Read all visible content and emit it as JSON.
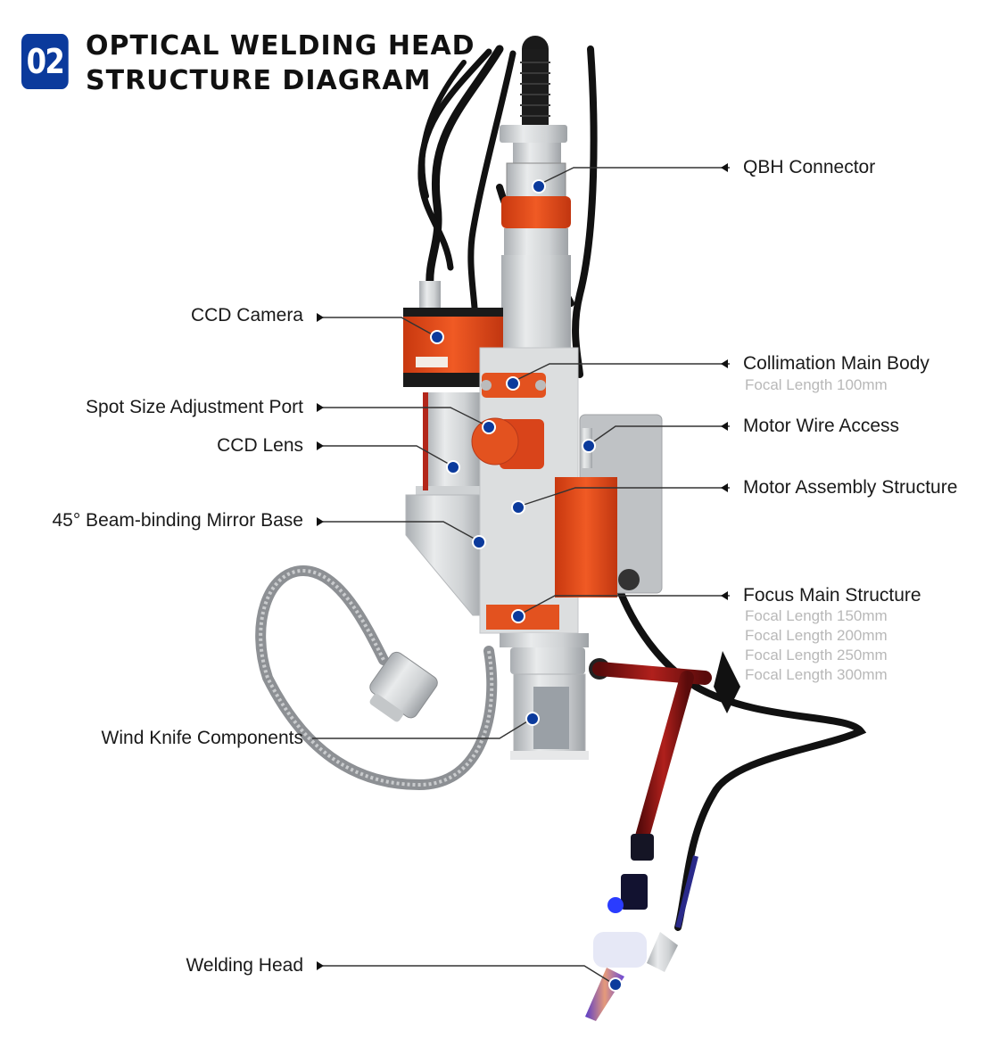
{
  "header": {
    "number": "02",
    "title_line1": "OPTICAL WELDING HEAD",
    "title_line2": "STRUCTURE DIAGRAM"
  },
  "colors": {
    "badge": "#0b3a9c",
    "callout_dot": "#0b3a9c",
    "leader_line": "#333333",
    "label_text": "#1a1a1a",
    "sub_text": "#b8b8b8",
    "accent_orange": "#e2491c",
    "metal": "#cfd2d4"
  },
  "callouts": {
    "qbh_connector": {
      "label": "QBH Connector"
    },
    "ccd_camera": {
      "label": "CCD Camera"
    },
    "collimation_main_body": {
      "label": "Collimation Main Body",
      "sub": [
        "Focal Length 100mm"
      ]
    },
    "spot_size_adjustment_port": {
      "label": "Spot Size Adjustment Port"
    },
    "motor_wire_access": {
      "label": "Motor Wire Access"
    },
    "ccd_lens": {
      "label": "CCD Lens"
    },
    "motor_assembly_structure": {
      "label": "Motor Assembly Structure"
    },
    "beam_binding_mirror_base": {
      "label": "45° Beam-binding Mirror Base"
    },
    "focus_main_structure": {
      "label": "Focus Main Structure",
      "sub": [
        "Focal Length 150mm",
        "Focal Length 200mm",
        "Focal Length 250mm",
        "Focal Length 300mm"
      ]
    },
    "wind_knife_components": {
      "label": "Wind Knife Components"
    },
    "welding_head": {
      "label": "Welding Head"
    }
  }
}
